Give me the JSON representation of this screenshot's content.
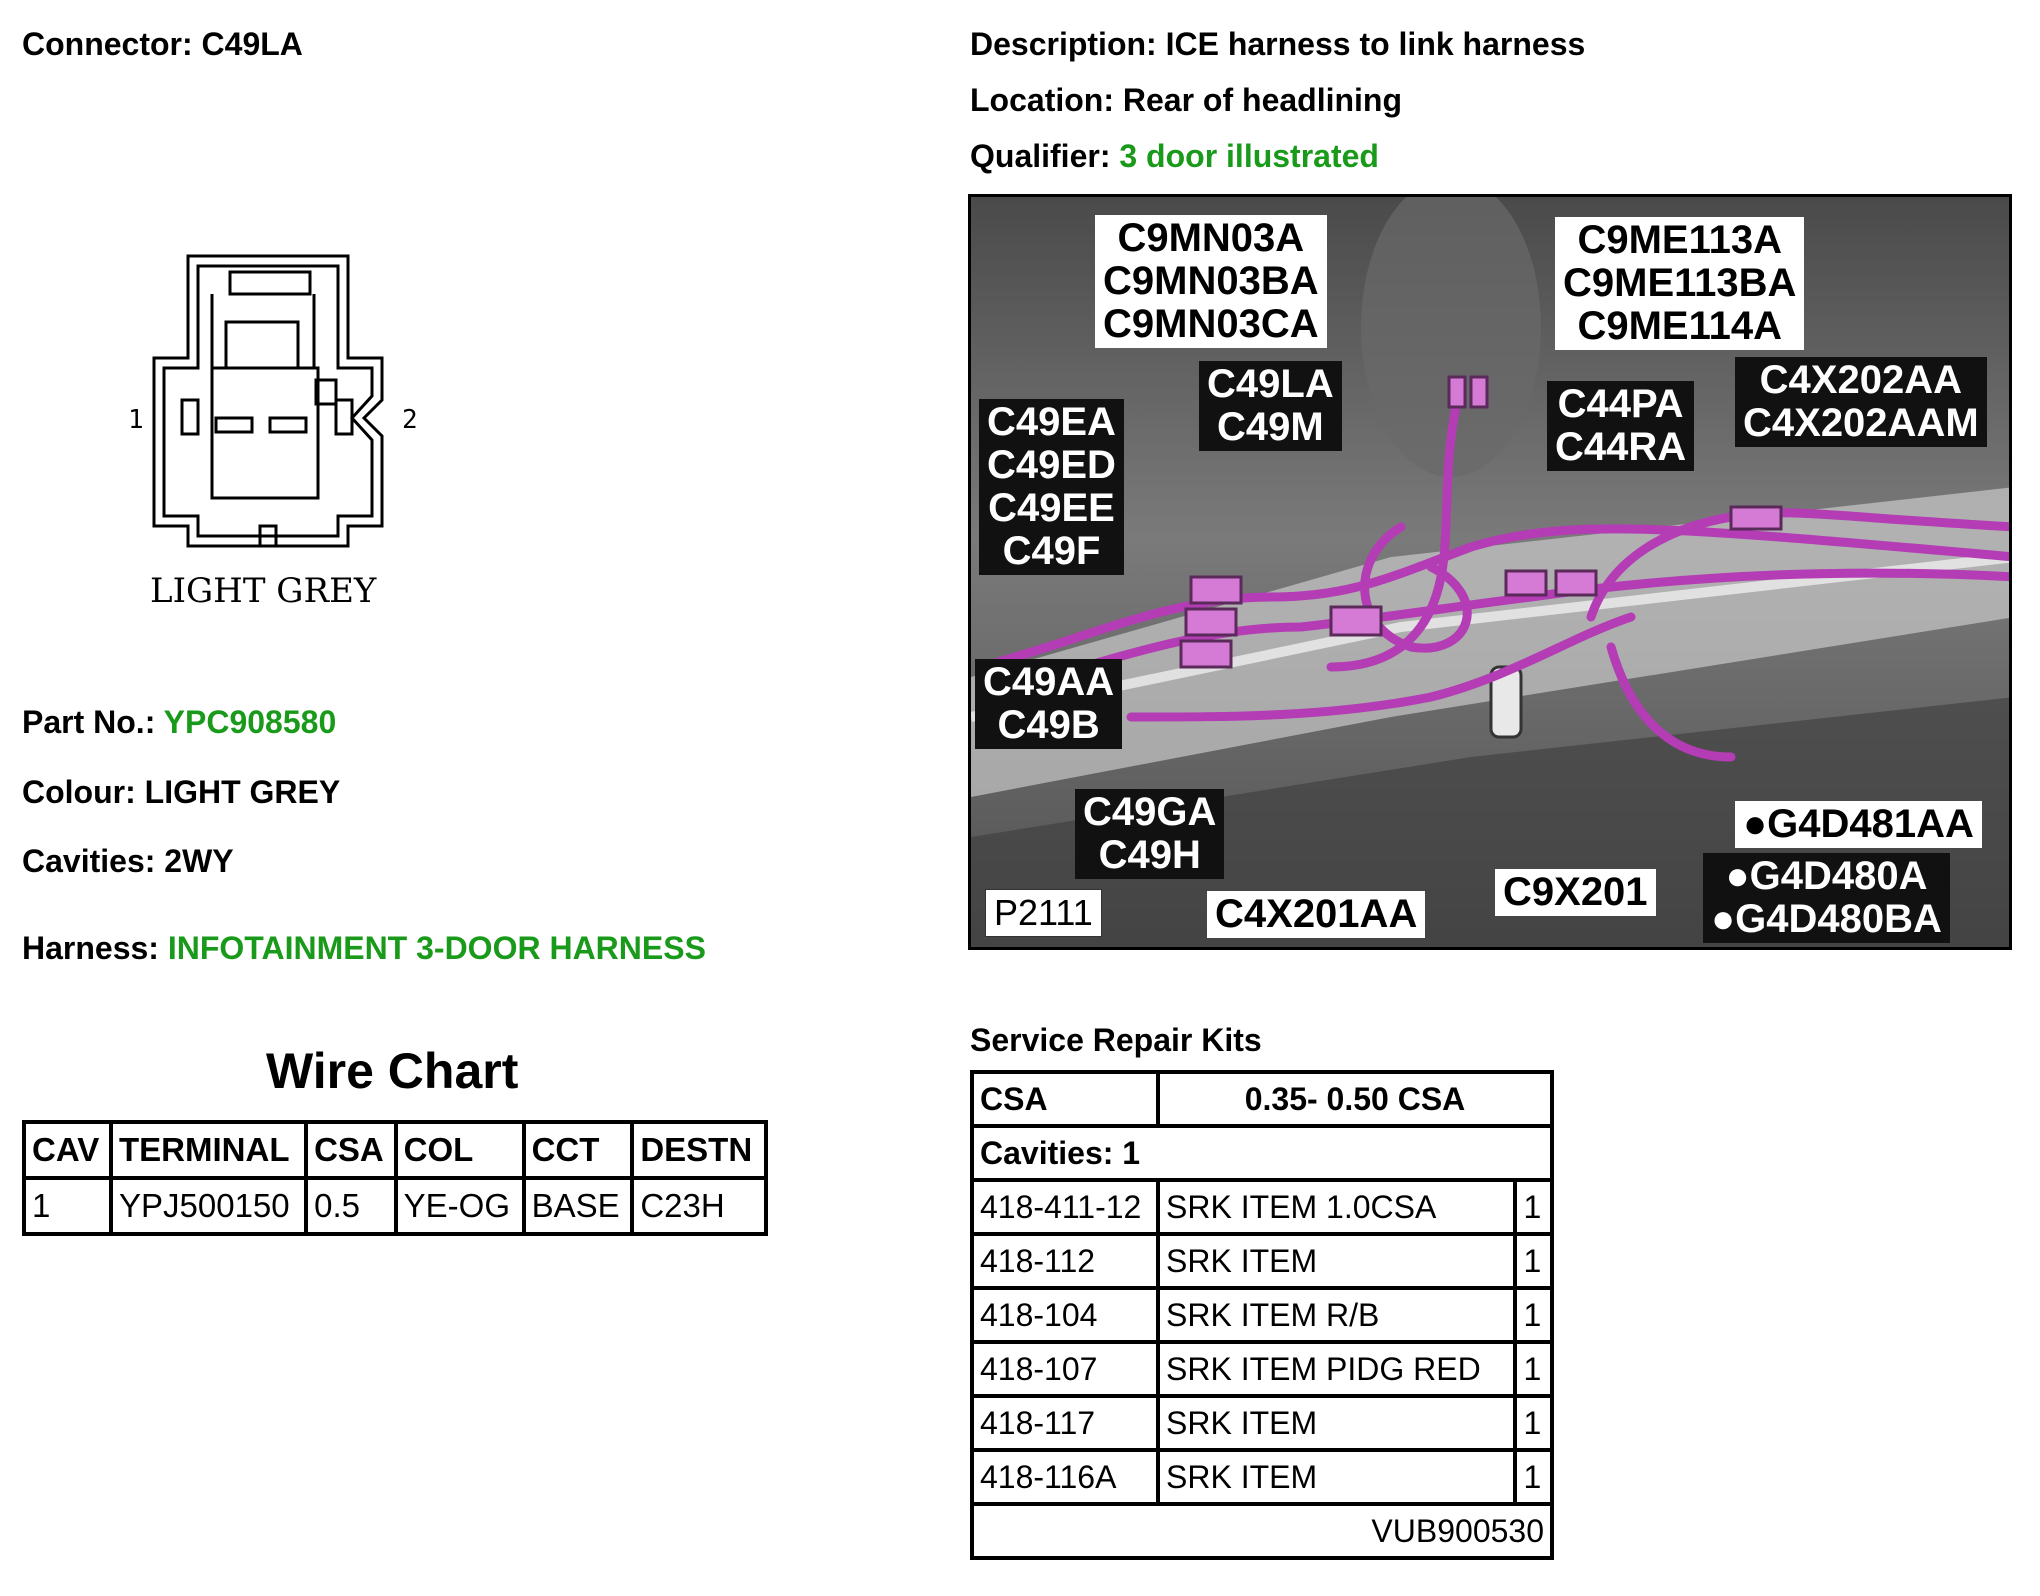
{
  "connector": {
    "label": "Connector:",
    "value": "C49LA"
  },
  "description": {
    "label": "Description:",
    "value": "ICE harness to link harness"
  },
  "location": {
    "label": "Location:",
    "value": "Rear of headlining"
  },
  "qualifier": {
    "label": "Qualifier:",
    "value": "3 door illustrated"
  },
  "diagram": {
    "pin1": "1",
    "pin2": "2",
    "colour_text": "LIGHT GREY"
  },
  "part_no": {
    "label": "Part No.:",
    "value": "YPC908580"
  },
  "colour": {
    "label": "Colour:",
    "value": "LIGHT GREY"
  },
  "cavities": {
    "label": "Cavities:",
    "value": "2WY"
  },
  "harness": {
    "label": "Harness:",
    "value": "INFOTAINMENT 3-DOOR HARNESS"
  },
  "wire_chart": {
    "title": "Wire Chart",
    "headers": [
      "CAV",
      "TERMINAL",
      "CSA",
      "COL",
      "CCT",
      "DESTN"
    ],
    "rows": [
      [
        "1",
        "YPJ500150",
        "0.5",
        "YE-OG",
        "BASE",
        "C23H"
      ]
    ]
  },
  "photo": {
    "ref": "P2111",
    "labels": {
      "c9mn": [
        "C9MN03A",
        "C9MN03BA",
        "C9MN03CA"
      ],
      "c9me": [
        "C9ME113A",
        "C9ME113BA",
        "C9ME114A"
      ],
      "c49la": [
        "C49LA",
        "C49M"
      ],
      "c44pa": [
        "C44PA",
        "C44RA"
      ],
      "c4x202": [
        "C4X202AA",
        "C4X202AAM"
      ],
      "c49ea": [
        "C49EA",
        "C49ED",
        "C49EE",
        "C49F"
      ],
      "c49aa": [
        "C49AA",
        "C49B"
      ],
      "c49ga": [
        "C49GA",
        "C49H"
      ],
      "g4d481": [
        "●G4D481AA"
      ],
      "g4d480": [
        "●G4D480A",
        "●G4D480BA"
      ],
      "c9x201": [
        "C9X201"
      ],
      "c4x201": [
        "C4X201AA"
      ]
    }
  },
  "srk": {
    "title": "Service Repair Kits",
    "csa_label": "CSA",
    "csa_value": "0.35- 0.50 CSA",
    "cavities": "Cavities: 1",
    "items": [
      [
        "418-411-12",
        "SRK ITEM 1.0CSA",
        "1"
      ],
      [
        "418-112",
        "SRK ITEM",
        "1"
      ],
      [
        "418-104",
        "SRK ITEM R/B",
        "1"
      ],
      [
        "418-107",
        "SRK ITEM PIDG RED",
        "1"
      ],
      [
        "418-117",
        "SRK ITEM",
        "1"
      ],
      [
        "418-116A",
        "SRK ITEM",
        "1"
      ]
    ],
    "footer": "VUB900530"
  }
}
